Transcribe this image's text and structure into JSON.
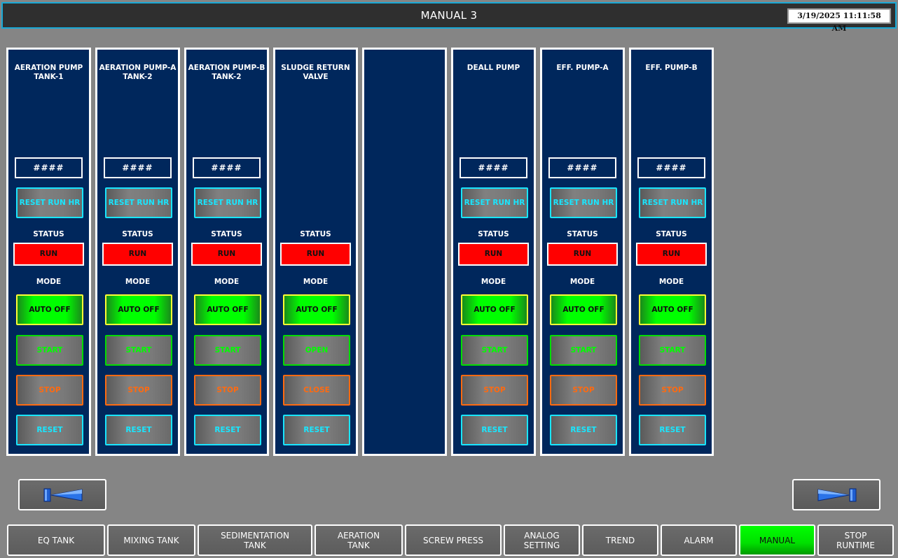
{
  "header": {
    "title": "MANUAL 3",
    "datetime": "3/19/2025 11:11:58 AM"
  },
  "panels": [
    {
      "title": "AERATION PUMP\nTANK-1",
      "runhr": "####",
      "reset_runhr": "RESET RUN HR",
      "status_label": "STATUS",
      "status": "RUN",
      "mode_label": "MODE",
      "auto": "AUTO OFF",
      "start": "START",
      "stop": "STOP",
      "reset": "RESET"
    },
    {
      "title": "AERATION PUMP-A\nTANK-2",
      "runhr": "####",
      "reset_runhr": "RESET RUN HR",
      "status_label": "STATUS",
      "status": "RUN",
      "mode_label": "MODE",
      "auto": "AUTO OFF",
      "start": "START",
      "stop": "STOP",
      "reset": "RESET"
    },
    {
      "title": "AERATION PUMP-B\nTANK-2",
      "runhr": "####",
      "reset_runhr": "RESET RUN HR",
      "status_label": "STATUS",
      "status": "RUN",
      "mode_label": "MODE",
      "auto": "AUTO OFF",
      "start": "START",
      "stop": "STOP",
      "reset": "RESET"
    },
    {
      "title": "SLUDGE RETURN\nVALVE",
      "status_label": "STATUS",
      "status": "RUN",
      "mode_label": "MODE",
      "auto": "AUTO OFF",
      "start": "OPEN",
      "stop": "CLOSE",
      "reset": "RESET"
    },
    {
      "title": ""
    },
    {
      "title": "DEALL PUMP",
      "runhr": "####",
      "reset_runhr": "RESET RUN HR",
      "status_label": "STATUS",
      "status": "RUN",
      "mode_label": "MODE",
      "auto": "AUTO OFF",
      "start": "START",
      "stop": "STOP",
      "reset": "RESET"
    },
    {
      "title": "EFF. PUMP-A",
      "runhr": "####",
      "reset_runhr": "RESET RUN HR",
      "status_label": "STATUS",
      "status": "RUN",
      "mode_label": "MODE",
      "auto": "AUTO OFF",
      "start": "START",
      "stop": "STOP",
      "reset": "RESET"
    },
    {
      "title": "EFF. PUMP-B",
      "runhr": "####",
      "reset_runhr": "RESET RUN HR",
      "status_label": "STATUS",
      "status": "RUN",
      "mode_label": "MODE",
      "auto": "AUTO OFF",
      "start": "START",
      "stop": "STOP",
      "reset": "RESET"
    }
  ],
  "nav": {
    "prev_icon": "arrow-left-icon",
    "next_icon": "arrow-right-icon"
  },
  "tabs": [
    {
      "label": "EQ TANK"
    },
    {
      "label": "MIXING TANK"
    },
    {
      "label": "SEDIMENTATION\nTANK"
    },
    {
      "label": "AERATION\nTANK"
    },
    {
      "label": "SCREW PRESS"
    },
    {
      "label": "ANALOG\nSETTING"
    },
    {
      "label": "TREND"
    },
    {
      "label": "ALARM"
    },
    {
      "label": "MANUAL"
    },
    {
      "label": "STOP\nRUNTIME"
    }
  ],
  "colors": {
    "panel_bg": "#00275c",
    "status_run": "#ff0000",
    "auto_green": "#00ff00",
    "start_green": "#00ff00",
    "stop_orange": "#ff6a10",
    "reset_cyan": "#19e6ff",
    "active_tab": "#00ff00"
  }
}
